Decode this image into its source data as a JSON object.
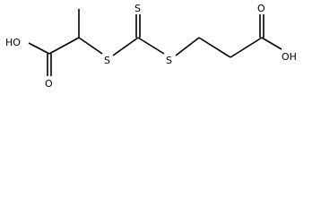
{
  "molecule": {
    "atoms": {
      "oh_left": "HO",
      "o_left": "O",
      "s_left": "S",
      "s_top": "S",
      "s_right": "S",
      "o_right": "O",
      "oh_right": "OH"
    }
  }
}
